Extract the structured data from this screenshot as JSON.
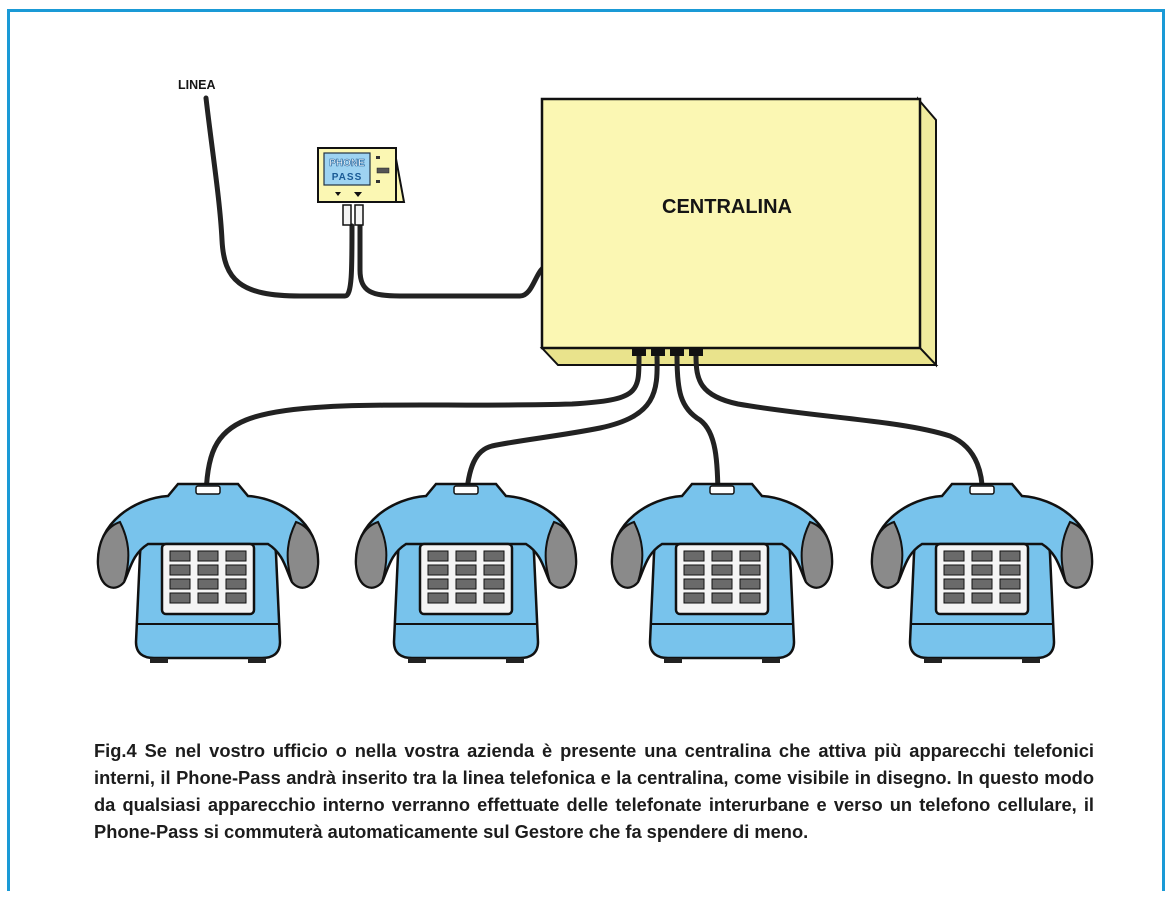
{
  "diagram": {
    "line_label": "LINEA",
    "switchboard_label": "CENTRALINA",
    "device": {
      "brand_top": "PHONE",
      "brand_bottom": "PASS",
      "icon": "phone-pass-device-icon"
    },
    "phones": [
      {
        "icon": "telephone-icon"
      },
      {
        "icon": "telephone-icon"
      },
      {
        "icon": "telephone-icon"
      },
      {
        "icon": "telephone-icon"
      }
    ],
    "colors": {
      "frame": "#1a9ad6",
      "switchboard": "#fbf7b3",
      "phone": "#78c3ec",
      "handset": "#8a8a8a",
      "cable": "#222222"
    }
  },
  "caption": {
    "text": "Fig.4 Se nel vostro ufficio o nella vostra azienda è presente una centralina che attiva più apparecchi telefonici interni, il Phone-Pass andrà inserito tra la linea telefonica e la centralina, come visibile in disegno. In questo modo da qualsiasi apparecchio interno verranno effettuate delle telefonate interurbane e verso un telefono cellulare, il Phone-Pass si commuterà automaticamente sul Gestore che fa spendere di meno."
  }
}
